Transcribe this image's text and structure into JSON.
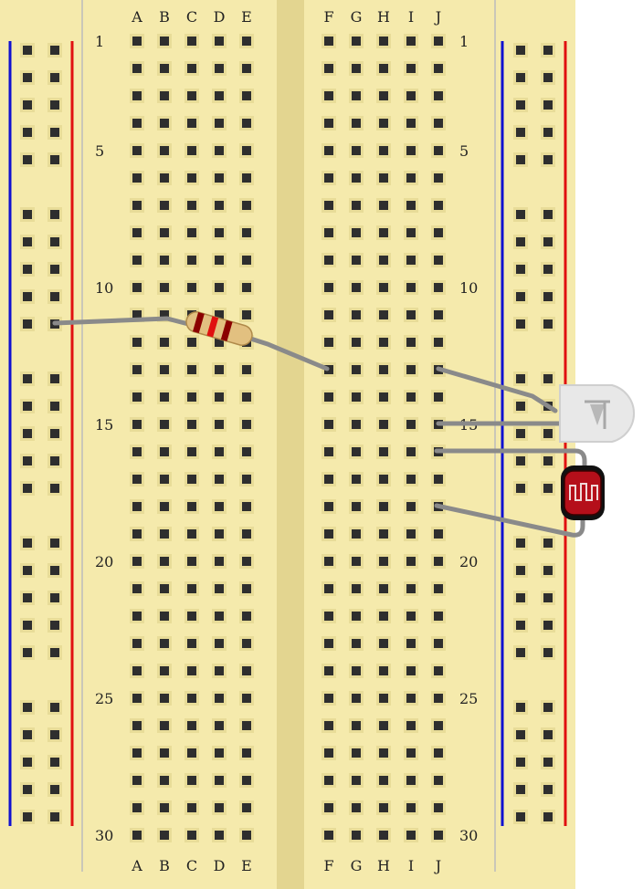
{
  "breadboard": {
    "columns_left": [
      "A",
      "B",
      "C",
      "D",
      "E"
    ],
    "columns_right": [
      "F",
      "G",
      "H",
      "I",
      "J"
    ],
    "row_count": 30,
    "row_labels": [
      "1",
      "5",
      "10",
      "15",
      "20",
      "25",
      "30"
    ],
    "colors": {
      "board": "#f5eaac",
      "channel": "#e3d590",
      "hole": "#2e2e2e",
      "hole_pad": "#e8dc98",
      "rail_negative": "#1010d0",
      "rail_positive": "#e01010",
      "wire": "#8a8a8a"
    }
  },
  "components": {
    "resistor": {
      "band_colors": [
        "#8b0000",
        "#e01010",
        "#8b0000"
      ],
      "body_color": "#e2c080"
    },
    "led": {
      "body_color": "#e8e8e8",
      "symbol": "led-diode-icon"
    },
    "photoresistor": {
      "body_color": "#b50f1a",
      "symbol": "photoresistor-zigzag-icon"
    }
  }
}
